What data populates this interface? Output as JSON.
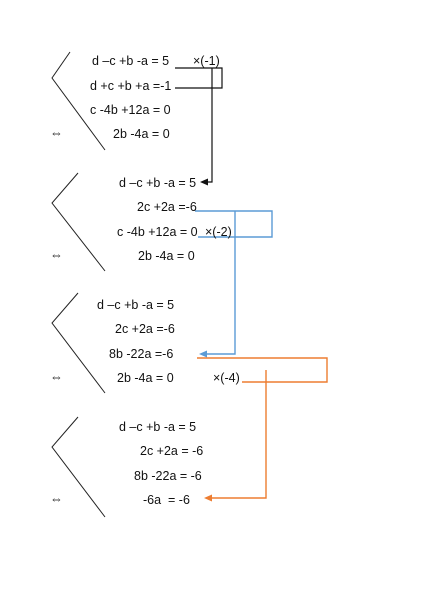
{
  "equivalence_symbol": "⇔",
  "colors": {
    "black_arrow": "#111111",
    "blue_arrow": "#5b9bd5",
    "orange_arrow": "#ed7d31"
  },
  "systems": [
    {
      "equations": [
        "d –c +b -a = 5",
        "d +c +b +a =-1",
        "c -4b +12a = 0",
        "2b -4a = 0"
      ],
      "annotation": "×(-1)"
    },
    {
      "equations": [
        "d –c +b -a = 5",
        "2c +2a =-6",
        "c -4b +12a = 0",
        "2b -4a = 0"
      ],
      "annotation": "×(-2)"
    },
    {
      "equations": [
        "d –c +b -a = 5",
        "2c +2a =-6",
        "8b -22a =-6",
        "2b -4a = 0"
      ],
      "annotation": "×(-4)"
    },
    {
      "equations": [
        "d –c +b -a = 5",
        "2c +2a = -6",
        "8b -22a = -6",
        "-6a  = -6"
      ],
      "annotation": ""
    }
  ]
}
